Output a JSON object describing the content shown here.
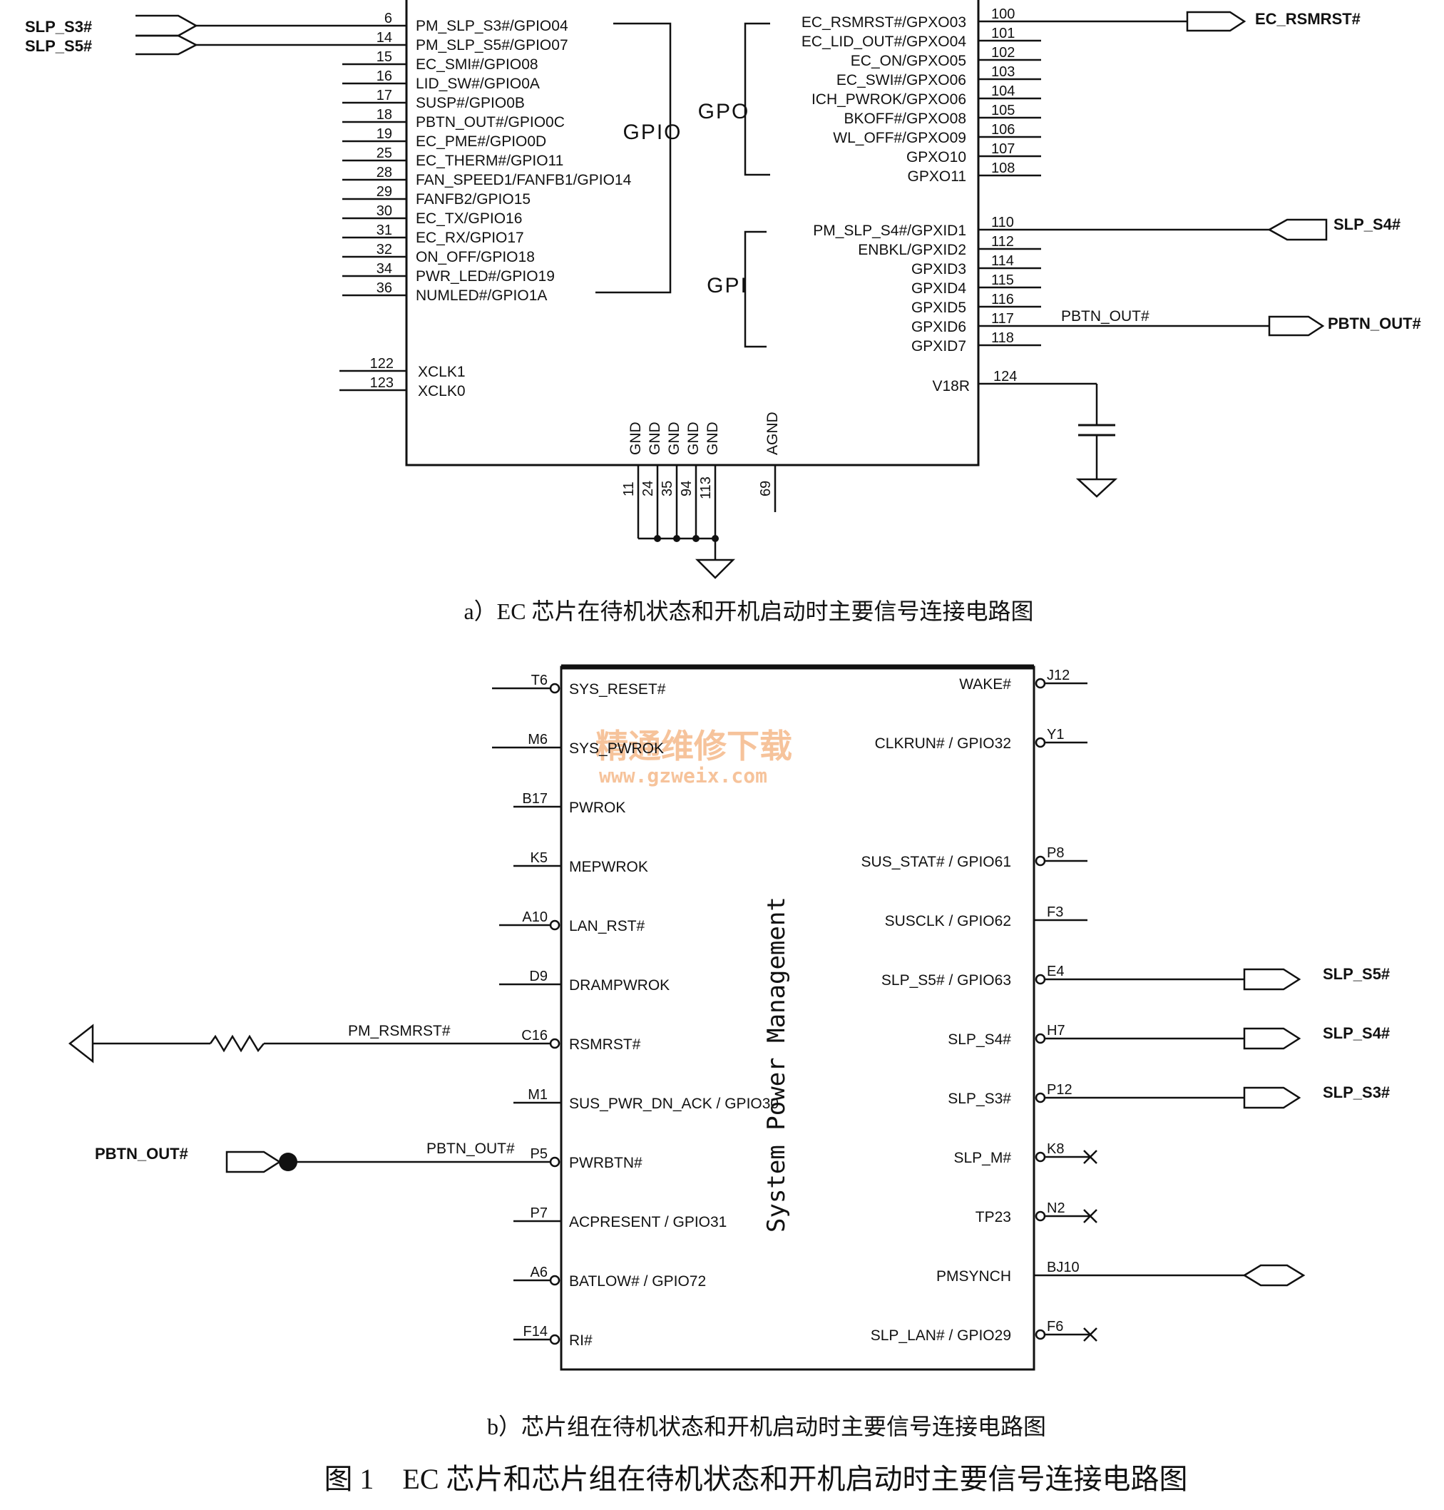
{
  "diagram_a": {
    "left_pins": [
      {
        "num": "6",
        "name": "PM_SLP_S3#/GPIO04"
      },
      {
        "num": "14",
        "name": "PM_SLP_S5#/GPIO07"
      },
      {
        "num": "15",
        "name": "EC_SMI#/GPIO08"
      },
      {
        "num": "16",
        "name": "LID_SW#/GPIO0A"
      },
      {
        "num": "17",
        "name": "SUSP#/GPIO0B"
      },
      {
        "num": "18",
        "name": "PBTN_OUT#/GPIO0C"
      },
      {
        "num": "19",
        "name": "EC_PME#/GPIO0D"
      },
      {
        "num": "25",
        "name": "EC_THERM#/GPIO11"
      },
      {
        "num": "28",
        "name": "FAN_SPEED1/FANFB1/GPIO14"
      },
      {
        "num": "29",
        "name": "FANFB2/GPIO15"
      },
      {
        "num": "30",
        "name": "EC_TX/GPIO16"
      },
      {
        "num": "31",
        "name": "EC_RX/GPIO17"
      },
      {
        "num": "32",
        "name": "ON_OFF/GPIO18"
      },
      {
        "num": "34",
        "name": "PWR_LED#/GPIO19"
      },
      {
        "num": "36",
        "name": "NUMLED#/GPIO1A"
      }
    ],
    "clock_pins": [
      {
        "num": "122",
        "name": "XCLK1"
      },
      {
        "num": "123",
        "name": "XCLK0"
      }
    ],
    "gpo_pins": [
      {
        "num": "100",
        "name": "EC_RSMRST#/GPXO03"
      },
      {
        "num": "101",
        "name": "EC_LID_OUT#/GPXO04"
      },
      {
        "num": "102",
        "name": "EC_ON/GPXO05"
      },
      {
        "num": "103",
        "name": "EC_SWI#/GPXO06"
      },
      {
        "num": "104",
        "name": "ICH_PWROK/GPXO06"
      },
      {
        "num": "105",
        "name": "BKOFF#/GPXO08"
      },
      {
        "num": "106",
        "name": "WL_OFF#/GPXO09"
      },
      {
        "num": "107",
        "name": "GPXO10"
      },
      {
        "num": "108",
        "name": "GPXO11"
      }
    ],
    "gpi_pins": [
      {
        "num": "110",
        "name": "PM_SLP_S4#/GPXID1"
      },
      {
        "num": "112",
        "name": "ENBKL/GPXID2"
      },
      {
        "num": "114",
        "name": "GPXID3"
      },
      {
        "num": "115",
        "name": "GPXID4"
      },
      {
        "num": "116",
        "name": "GPXID5"
      },
      {
        "num": "117",
        "name": "GPXID6"
      },
      {
        "num": "118",
        "name": "GPXID7"
      }
    ],
    "v18r": {
      "num": "124",
      "name": "V18R"
    },
    "gnd_pins": [
      {
        "num": "11",
        "name": "GND"
      },
      {
        "num": "24",
        "name": "GND"
      },
      {
        "num": "35",
        "name": "GND"
      },
      {
        "num": "94",
        "name": "GND"
      },
      {
        "num": "113",
        "name": "GND"
      }
    ],
    "agnd": {
      "num": "69",
      "name": "AGND"
    },
    "group_gpio": "GPIO",
    "group_gpo": "GPO",
    "group_gpi": "GPI",
    "signals": {
      "slp_s3": "SLP_S3#",
      "slp_s5": "SLP_S5#",
      "ec_rsmrst": "EC_RSMRST#",
      "slp_s4": "SLP_S4#",
      "pbtn_out_net": "PBTN_OUT#",
      "pbtn_out_port": "PBTN_OUT#"
    },
    "caption": "a）EC 芯片在待机状态和开机启动时主要信号连接电路图"
  },
  "diagram_b": {
    "block_title": "System Power Management",
    "left_pins": [
      {
        "ball": "T6",
        "name": "SYS_RESET#"
      },
      {
        "ball": "M6",
        "name": "SYS_PWROK"
      },
      {
        "ball": "B17",
        "name": "PWROK"
      },
      {
        "ball": "K5",
        "name": "MEPWROK"
      },
      {
        "ball": "A10",
        "name": "LAN_RST#"
      },
      {
        "ball": "D9",
        "name": "DRAMPWROK"
      },
      {
        "ball": "C16",
        "name": "RSMRST#"
      },
      {
        "ball": "M1",
        "name": "SUS_PWR_DN_ACK / GPIO30"
      },
      {
        "ball": "P5",
        "name": "PWRBTN#"
      },
      {
        "ball": "P7",
        "name": "ACPRESENT / GPIO31"
      },
      {
        "ball": "A6",
        "name": "BATLOW# / GPIO72"
      },
      {
        "ball": "F14",
        "name": "RI#"
      }
    ],
    "right_pins": [
      {
        "ball": "J12",
        "name": "WAKE#"
      },
      {
        "ball": "Y1",
        "name": "CLKRUN# / GPIO32"
      },
      {
        "ball": "P8",
        "name": "SUS_STAT# / GPIO61"
      },
      {
        "ball": "F3",
        "name": "SUSCLK / GPIO62"
      },
      {
        "ball": "E4",
        "name": "SLP_S5# / GPIO63"
      },
      {
        "ball": "H7",
        "name": "SLP_S4#"
      },
      {
        "ball": "P12",
        "name": "SLP_S3#"
      },
      {
        "ball": "K8",
        "name": "SLP_M#"
      },
      {
        "ball": "N2",
        "name": "TP23"
      },
      {
        "ball": "BJ10",
        "name": "PMSYNCH"
      },
      {
        "ball": "F6",
        "name": "SLP_LAN# / GPIO29"
      }
    ],
    "signals": {
      "pm_rsmrst": "PM_RSMRST#",
      "pbtn_out_net": "PBTN_OUT#",
      "pbtn_out_port": "PBTN_OUT#",
      "slp_s5": "SLP_S5#",
      "slp_s4": "SLP_S4#",
      "slp_s3": "SLP_S3#"
    },
    "caption": "b）芯片组在待机状态和开机启动时主要信号连接电路图"
  },
  "watermark": {
    "cn": "精通维修下载",
    "url": "www.gzweix.com"
  },
  "figure_caption": "图 1　EC 芯片和芯片组在待机状态和开机启动时主要信号连接电路图"
}
